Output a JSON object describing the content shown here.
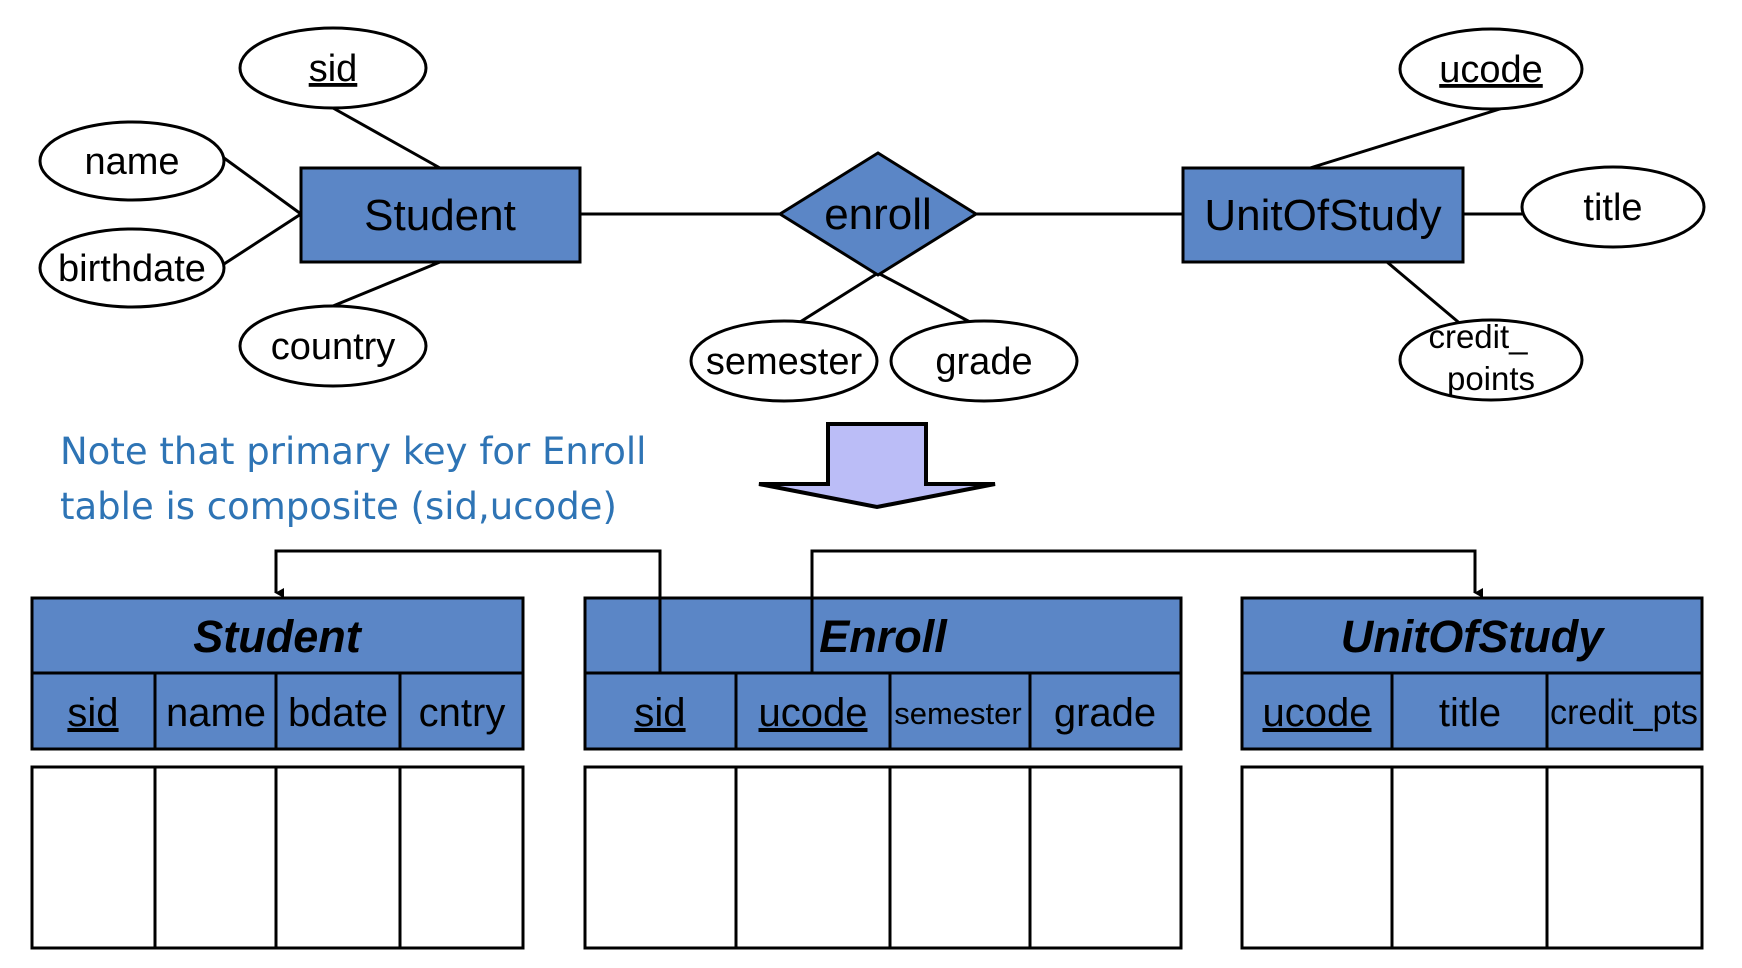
{
  "colors": {
    "entity_fill": "#5b86c6",
    "arrow_fill": "#bbbdf7",
    "note_text": "#2e74b5",
    "line": "#000000"
  },
  "er": {
    "student": {
      "label": "Student",
      "attributes": {
        "key": "sid",
        "name": "name",
        "birthdate": "birthdate",
        "country": "country"
      }
    },
    "relationship": {
      "label": "enroll",
      "attributes": {
        "semester": "semester",
        "grade": "grade"
      }
    },
    "unit": {
      "label": "UnitOfStudy",
      "attributes": {
        "key": "ucode",
        "title": "title",
        "credit_line1": "credit_",
        "credit_line2": "points"
      }
    }
  },
  "note": {
    "line1": "Note that primary key for Enroll",
    "line2": "table is composite (sid,ucode)"
  },
  "tables": {
    "student": {
      "title": "Student",
      "columns": [
        {
          "label": "sid",
          "key": true
        },
        {
          "label": "name",
          "key": false
        },
        {
          "label": "bdate",
          "key": false
        },
        {
          "label": "cntry",
          "key": false
        }
      ]
    },
    "enroll": {
      "title": "Enroll",
      "columns": [
        {
          "label": "sid",
          "key": true
        },
        {
          "label": "ucode",
          "key": true
        },
        {
          "label": "semester",
          "key": false
        },
        {
          "label": "grade",
          "key": false
        }
      ]
    },
    "unit": {
      "title": "UnitOfStudy",
      "columns": [
        {
          "label": "ucode",
          "key": true
        },
        {
          "label": "title",
          "key": false
        },
        {
          "label": "credit_pts",
          "key": false
        }
      ]
    }
  }
}
